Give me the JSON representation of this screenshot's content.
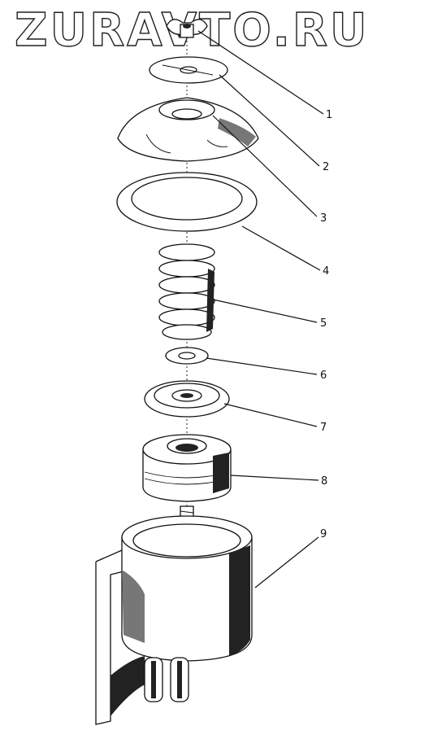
{
  "watermark": "ZURAVTO.RU",
  "callouts": [
    "1",
    "2",
    "3",
    "4",
    "5",
    "6",
    "7",
    "8",
    "9"
  ]
}
